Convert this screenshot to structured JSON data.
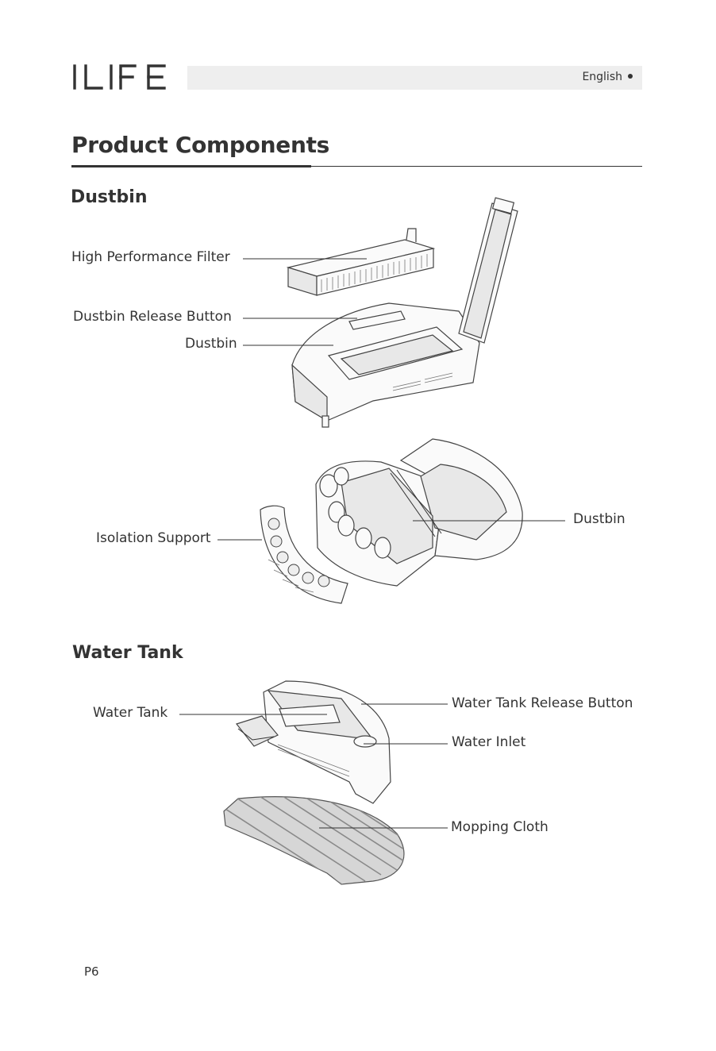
{
  "header": {
    "logo_text": "ILIFE",
    "language": "English"
  },
  "page_title": "Product Components",
  "sections": {
    "dustbin": {
      "heading": "Dustbin",
      "labels": {
        "filter": "High Performance Filter",
        "release_button": "Dustbin Release Button",
        "dustbin_top": "Dustbin",
        "isolation": "Isolation Support",
        "dustbin_bottom": "Dustbin"
      }
    },
    "water_tank": {
      "heading": "Water Tank",
      "labels": {
        "tank": "Water Tank",
        "release_button": "Water Tank Release Button",
        "inlet": "Water Inlet",
        "cloth": "Mopping Cloth"
      }
    }
  },
  "footer": {
    "page_number": "P6"
  }
}
